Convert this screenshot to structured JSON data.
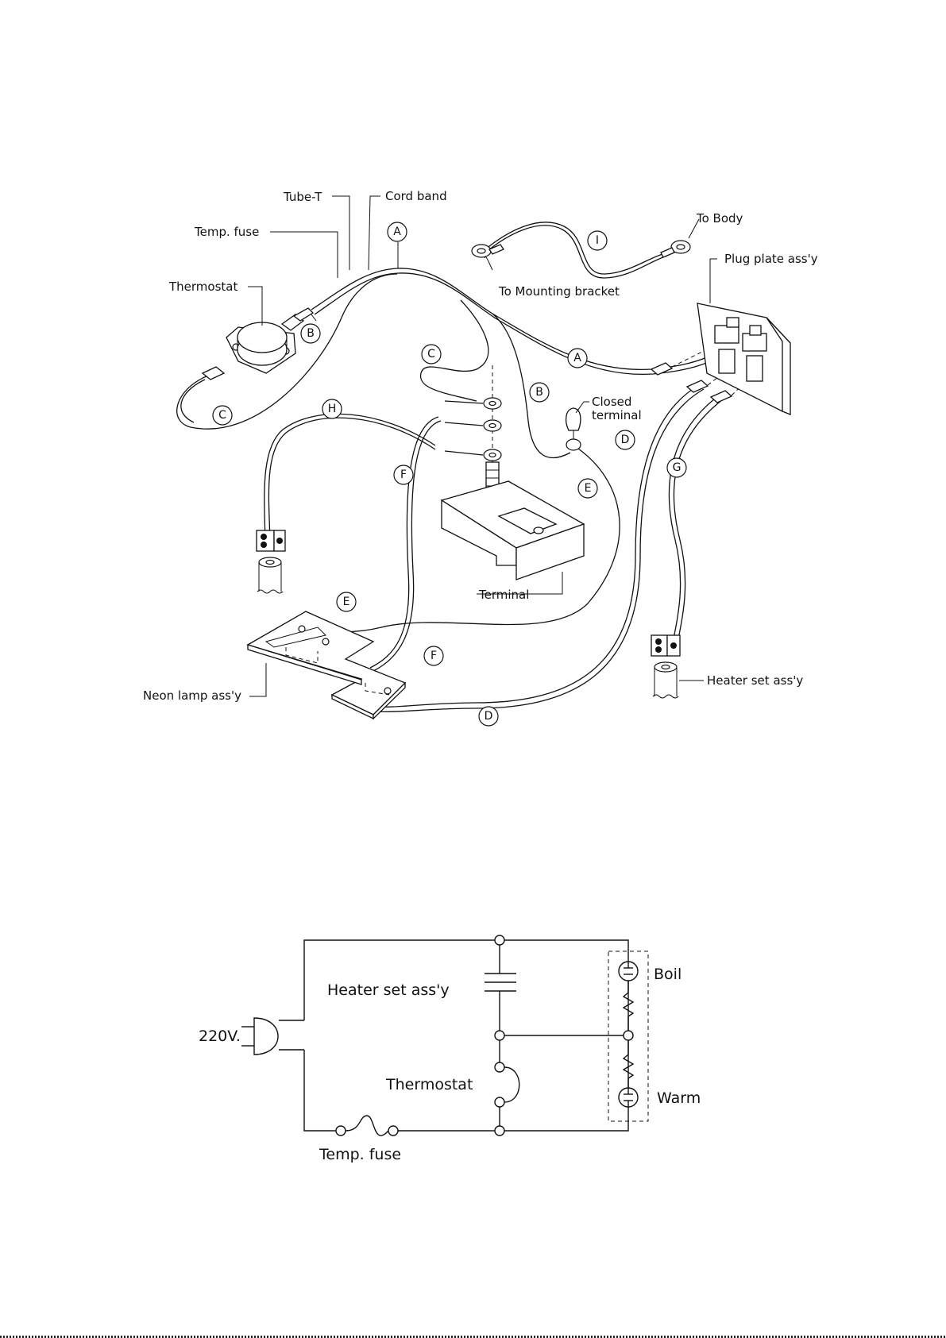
{
  "wiring_diagram": {
    "labels": {
      "tube_t": "Tube-T",
      "cord_band": "Cord band",
      "temp_fuse": "Temp. fuse",
      "thermostat": "Thermostat",
      "to_body": "To Body",
      "plug_plate": "Plug plate ass'y",
      "to_mounting_bracket": "To Mounting bracket",
      "closed_terminal_1": "Closed",
      "closed_terminal_2": "terminal",
      "terminal": "Terminal",
      "neon_lamp": "Neon lamp ass'y",
      "heater_set": "Heater set ass'y"
    },
    "wire_letters": {
      "a": "A",
      "b": "B",
      "c": "C",
      "d": "D",
      "e": "E",
      "f": "F",
      "g": "G",
      "h": "H",
      "i": "I"
    }
  },
  "schematic": {
    "labels": {
      "voltage": "220V.",
      "heater_set": "Heater set ass'y",
      "thermostat": "Thermostat",
      "temp_fuse": "Temp. fuse",
      "boil": "Boil",
      "warm": "Warm"
    }
  }
}
